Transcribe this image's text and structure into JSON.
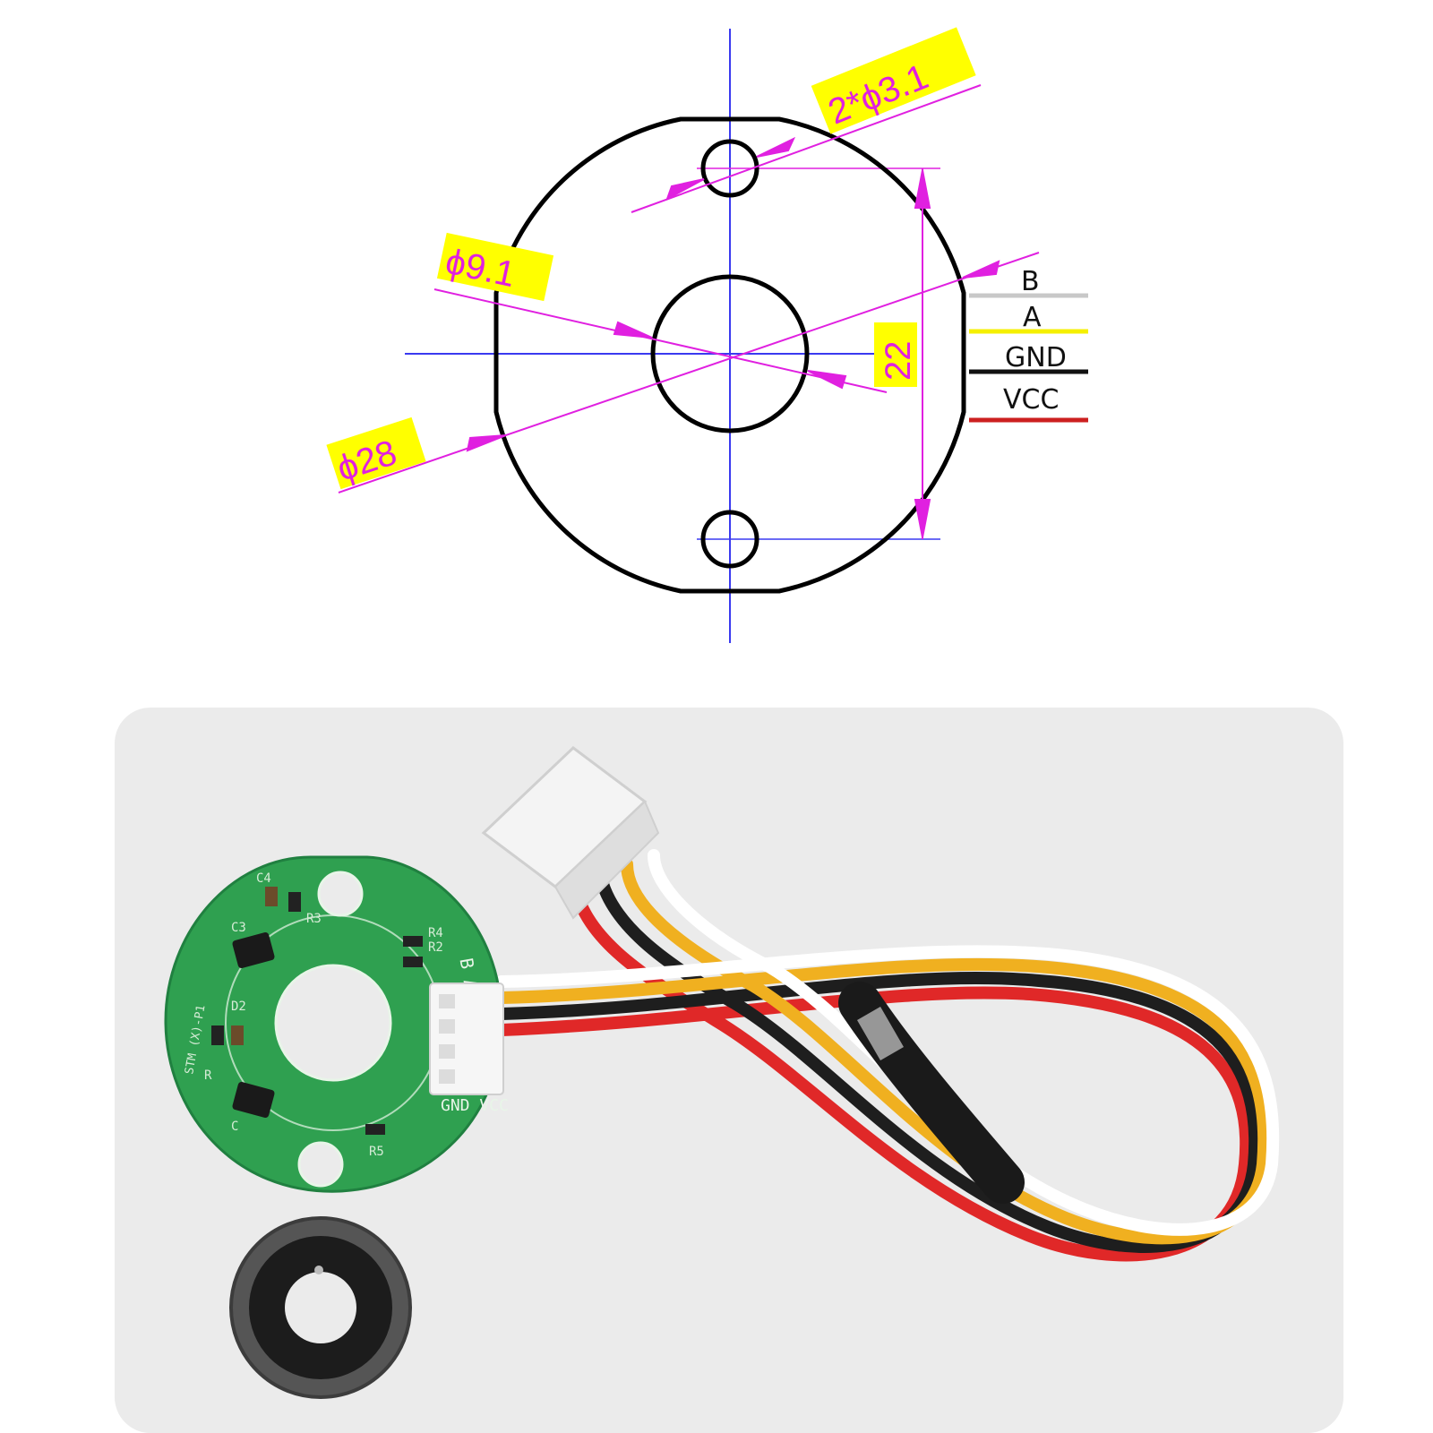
{
  "drawing": {
    "dimensions": {
      "holes": "2*ϕ3.1",
      "bore": "ϕ9.1",
      "outer": "ϕ28",
      "spacing": "22"
    },
    "pins": [
      {
        "label": "B",
        "color": "#c8c8c8"
      },
      {
        "label": "A",
        "color": "#f5f000"
      },
      {
        "label": "GND",
        "color": "#111111"
      },
      {
        "label": "VCC",
        "color": "#cc2020"
      }
    ],
    "colors": {
      "outline": "#000000",
      "centerline": "#3a3af0",
      "dimension": "#e020e0",
      "highlight": "#ffff00"
    }
  },
  "photo": {
    "board": {
      "silkscreen": {
        "pins_top": "B A",
        "pins_bottom": "GND VCC",
        "refs": [
          "C4",
          "R3",
          "C3",
          "R2",
          "R4",
          "D2",
          "R",
          "R5",
          "C"
        ],
        "marking": "STM (X)-P1"
      }
    },
    "colors": {
      "background": "#ebebeb",
      "pcb": "#2fa050",
      "magnet": "#555555"
    }
  }
}
